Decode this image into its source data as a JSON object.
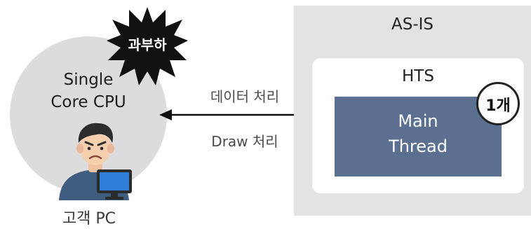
{
  "client": {
    "cpu_label": "Single\nCore CPU",
    "label": "고객 PC",
    "overload_label": "과부하"
  },
  "asis": {
    "title": "AS-IS",
    "hts_title": "HTS",
    "main_thread": "Main\nThread",
    "count": "1개"
  },
  "edge": {
    "label_top": "데이터 처리",
    "label_bottom": "Draw 처리"
  },
  "colors": {
    "circle": "#dcdcdc",
    "panel": "#e3e3e3",
    "thread_box": "#5b7090",
    "burst": "#111111"
  },
  "icons": {
    "burst": "explosion-burst",
    "person": "stressed-user-at-monitor",
    "arrow": "left-arrow"
  }
}
